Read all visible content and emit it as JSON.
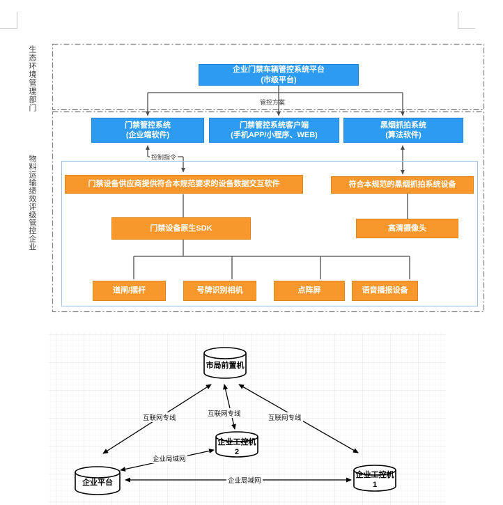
{
  "colors": {
    "node_blue": "#2e9bf2",
    "node_orange": "#f8982c",
    "container_border_blue": "#9dc3e6",
    "dash_border_gray": "#7f7f7f",
    "connector_gray": "#4d4d4d",
    "network_black": "#000000"
  },
  "diagram1": {
    "zone_top_label": "生态环境管理部门",
    "zone_bottom_label": "物料运输绩效评级管控企业",
    "platform_box": "企业门禁车辆管控系统平台\n(市级平台)",
    "labels": {
      "plan": "管控方案",
      "control": "控制指令"
    },
    "systems": [
      {
        "text": "门禁管控系统\n(企业端软件)"
      },
      {
        "text": "门禁管控系统客户端\n(手机APP/小程序、WEB)"
      },
      {
        "text": "黑烟抓拍系统\n(算法软件)"
      }
    ],
    "supplier_box": "门禁设备供应商提供符合本规范要求的设备数据交互软件",
    "smoke_device_box": "符合本规范的黑烟抓拍系统设备",
    "sdk_box": "门禁设备原生SDK",
    "camera_box": "高清摄像头",
    "devices": [
      {
        "text": "道闸/摆杆"
      },
      {
        "text": "号牌识别相机"
      },
      {
        "text": "点阵屏"
      },
      {
        "text": "语音播报设备"
      }
    ]
  },
  "diagram2": {
    "nodes": {
      "city_server": "市局前置机",
      "enterprise_platform": "企业平台",
      "ipc1": "企业工控机1",
      "ipc2": "企业工控机2"
    },
    "labels": {
      "internet_line": "互联网专线",
      "lan": "企业局域网"
    }
  }
}
